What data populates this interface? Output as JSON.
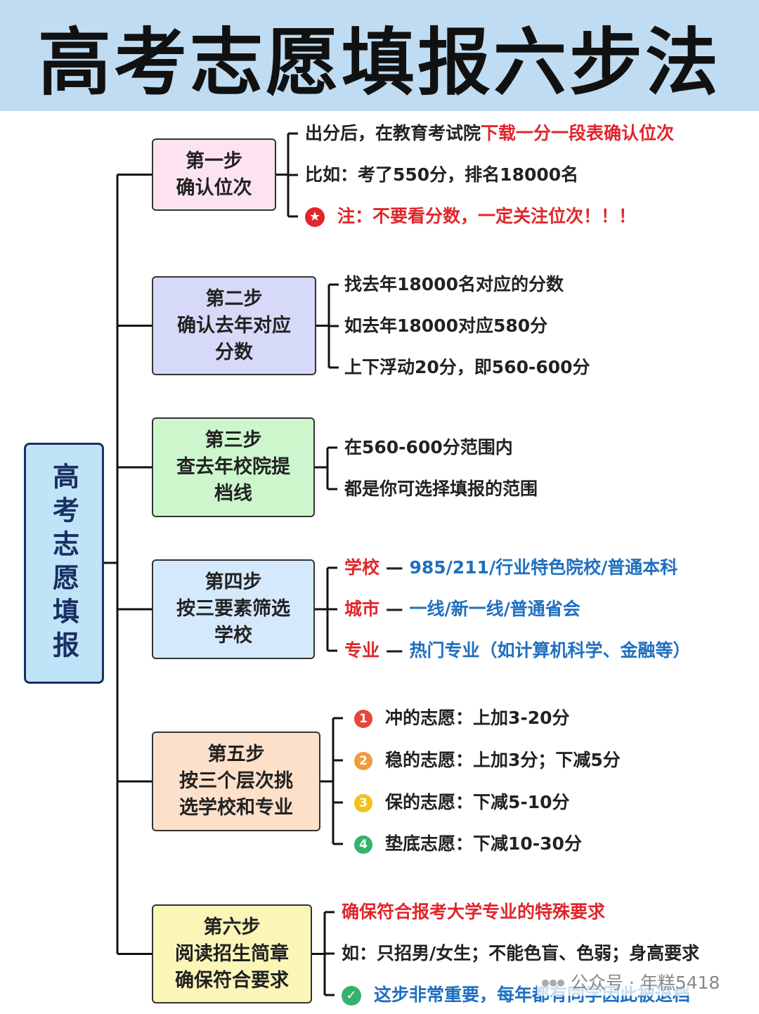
{
  "title": "高考志愿填报六步法",
  "root_label": "高考志愿填报",
  "steps": [
    {
      "label": "第一步\n确认位次",
      "lines": [
        {
          "parts": [
            {
              "t": "出分后，在教育考试院",
              "c": "normal"
            },
            {
              "t": "下载一分一段表确认位次",
              "c": "red"
            }
          ]
        },
        {
          "parts": [
            {
              "t": "比如：考了550分，排名18000名",
              "c": "normal"
            }
          ]
        },
        {
          "icon": "star-icon",
          "parts": [
            {
              "t": "注：不要看分数，一定关注位次！！！",
              "c": "red"
            }
          ]
        }
      ]
    },
    {
      "label": "第二步\n确认去年对应\n分数",
      "lines": [
        {
          "parts": [
            {
              "t": "找去年18000名对应的分数",
              "c": "normal"
            }
          ]
        },
        {
          "parts": [
            {
              "t": "如去年18000对应580分",
              "c": "normal"
            }
          ]
        },
        {
          "parts": [
            {
              "t": "上下浮动20分，即560-600分",
              "c": "normal"
            }
          ]
        }
      ]
    },
    {
      "label": "第三步\n查去年校院提\n档线",
      "lines": [
        {
          "parts": [
            {
              "t": "在560-600分范围内",
              "c": "normal"
            }
          ]
        },
        {
          "parts": [
            {
              "t": "都是你可选择填报的范围",
              "c": "normal"
            }
          ]
        }
      ]
    },
    {
      "label": "第四步\n按三要素筛选\n学校",
      "lines": [
        {
          "parts": [
            {
              "t": "学校",
              "c": "red"
            },
            {
              "t": " — ",
              "c": "dash"
            },
            {
              "t": "985/211/行业特色院校/普通本科",
              "c": "blue"
            }
          ]
        },
        {
          "parts": [
            {
              "t": "城市",
              "c": "red"
            },
            {
              "t": " — ",
              "c": "dash"
            },
            {
              "t": "一线/新一线/普通省会",
              "c": "blue"
            }
          ]
        },
        {
          "parts": [
            {
              "t": "专业",
              "c": "red"
            },
            {
              "t": " — ",
              "c": "dash"
            },
            {
              "t": "热门专业（如计算机科学、金融等）",
              "c": "blue"
            }
          ]
        }
      ]
    },
    {
      "label": "第五步\n按三个层次挑\n选学校和专业",
      "lines": [
        {
          "badge": "1",
          "badge_color": "#e8453c",
          "parts": [
            {
              "t": "冲的志愿：上加3-20分",
              "c": "normal"
            }
          ]
        },
        {
          "badge": "2",
          "badge_color": "#f39a3c",
          "parts": [
            {
              "t": "稳的志愿：上加3分；下减5分",
              "c": "normal"
            }
          ]
        },
        {
          "badge": "3",
          "badge_color": "#f2c21b",
          "parts": [
            {
              "t": "保的志愿：下减5-10分",
              "c": "normal"
            }
          ]
        },
        {
          "badge": "4",
          "badge_color": "#35b26b",
          "parts": [
            {
              "t": "垫底志愿：下减10-30分",
              "c": "normal"
            }
          ]
        }
      ]
    },
    {
      "label": "第六步\n阅读招生简章\n确保符合要求",
      "lines": [
        {
          "parts": [
            {
              "t": "确保符合报考大学专业的特殊要求",
              "c": "red"
            }
          ]
        },
        {
          "parts": [
            {
              "t": "如：只招男/女生；不能色盲、色弱；身高要求",
              "c": "normal"
            }
          ]
        },
        {
          "icon": "check-icon",
          "parts": [
            {
              "t": "这步非常重要，每年都有同学因此被退档",
              "c": "blue"
            }
          ]
        }
      ]
    }
  ],
  "colors": {
    "title_bg": "#bfdcf2",
    "root_bg": "#bfe4f7",
    "step_bgs": [
      "#fde3f0",
      "#d7d9f8",
      "#cdf6cd",
      "#d4e9fb",
      "#fde0c9",
      "#fbf6b8"
    ],
    "red": "#e0262b",
    "blue": "#1f6fc0"
  },
  "watermark": "公众号 · 年糕5418"
}
